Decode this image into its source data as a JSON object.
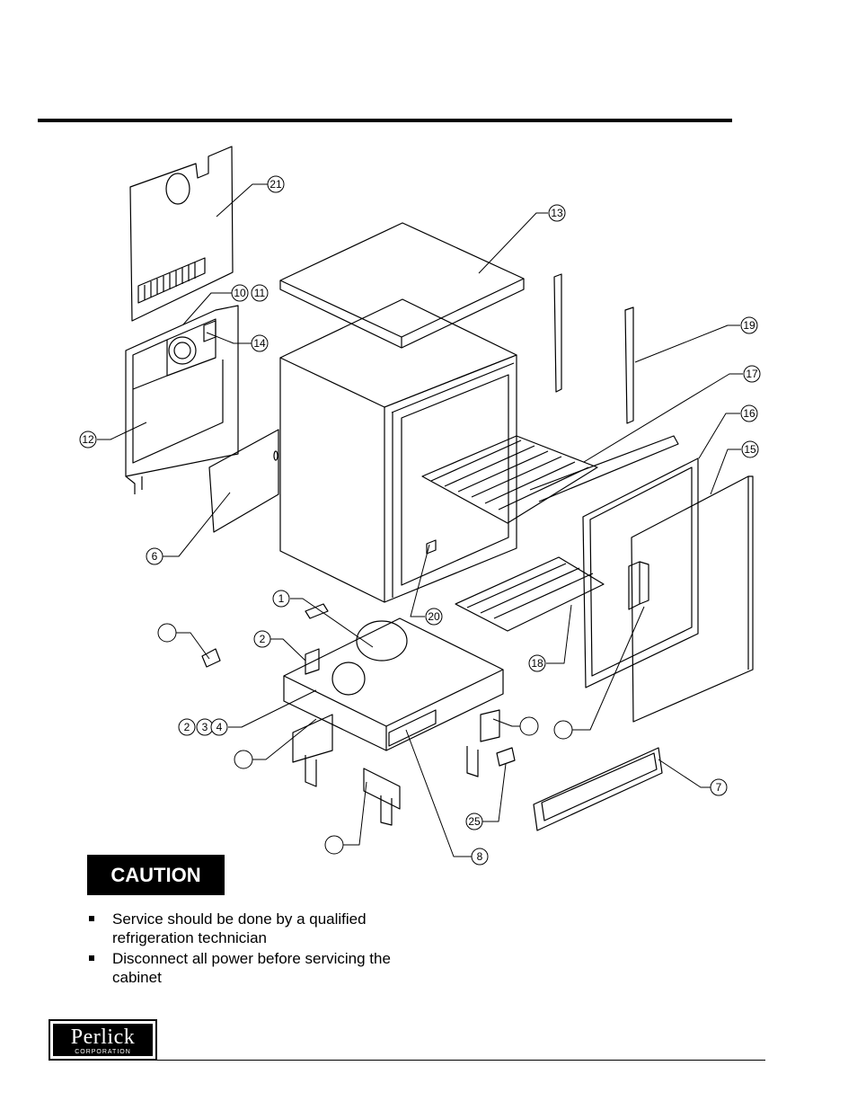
{
  "callouts": [
    {
      "label": "21"
    },
    {
      "label": "13"
    },
    {
      "label": "10"
    },
    {
      "label": "11"
    },
    {
      "label": "14"
    },
    {
      "label": "19"
    },
    {
      "label": "17"
    },
    {
      "label": "12"
    },
    {
      "label": "16"
    },
    {
      "label": "15"
    },
    {
      "label": "6"
    },
    {
      "label": "1"
    },
    {
      "label": "20"
    },
    {
      "label": ""
    },
    {
      "label": "2"
    },
    {
      "label": "18"
    },
    {
      "label": "2"
    },
    {
      "label": "3"
    },
    {
      "label": "4"
    },
    {
      "label": ""
    },
    {
      "label": ""
    },
    {
      "label": ""
    },
    {
      "label": "7"
    },
    {
      "label": "25"
    },
    {
      "label": ""
    },
    {
      "label": "8"
    }
  ],
  "caution": {
    "label": "CAUTION",
    "items": [
      "Service should be done by a qualified refrigeration technician",
      "Disconnect all power before servicing the cabinet"
    ]
  },
  "logo": {
    "name": "Perlick",
    "subtitle": "CORPORATION"
  }
}
